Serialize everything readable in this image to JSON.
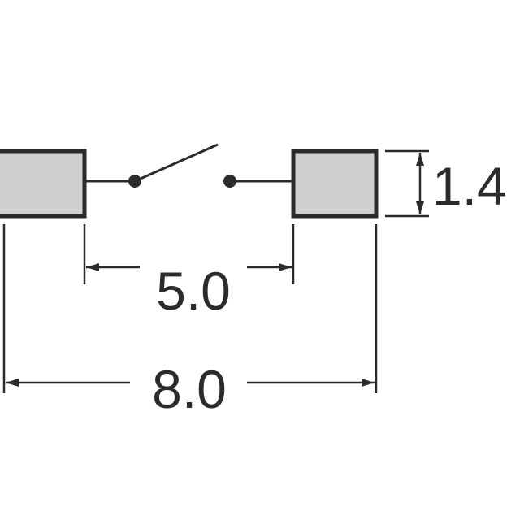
{
  "dimensions": {
    "height": "1.4",
    "pad_gap": "5.0",
    "overall_width": "8.0"
  },
  "colors": {
    "pad_fill": "#cfcfd1",
    "outline": "#2b2b2b",
    "background": "#ffffff"
  }
}
